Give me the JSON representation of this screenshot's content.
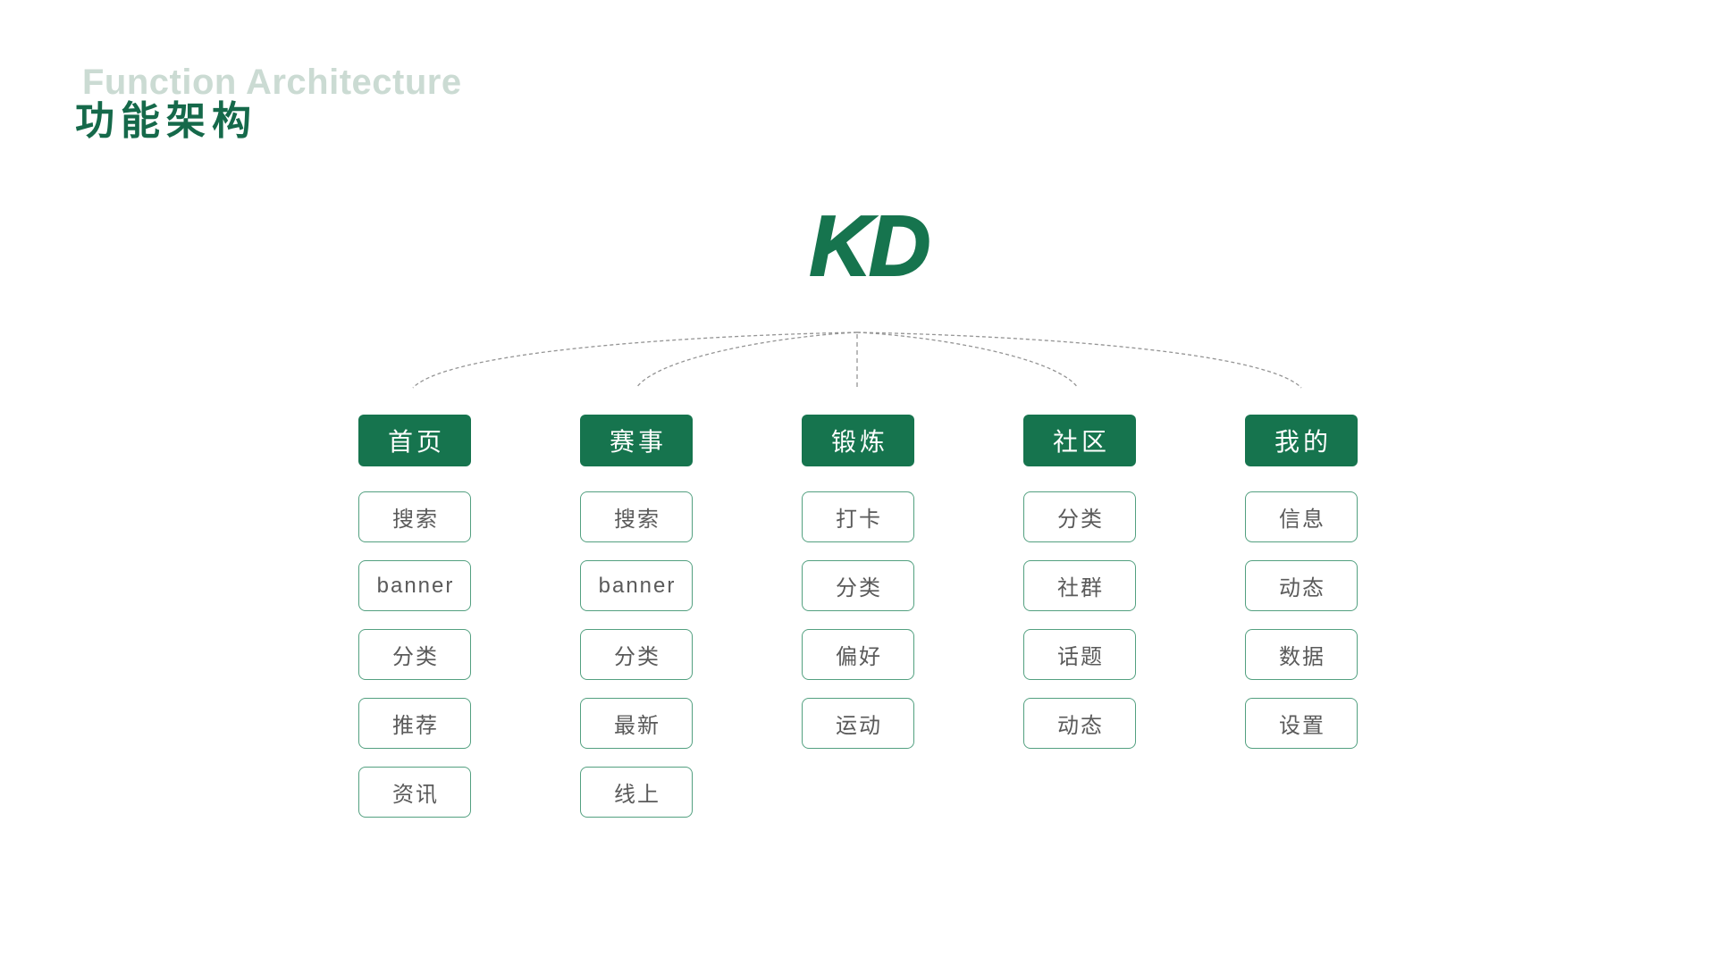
{
  "title": {
    "en": "Function Architecture",
    "zh": "功能架构"
  },
  "logo": {
    "text": "KD"
  },
  "colors": {
    "primary_green": "#16744E",
    "title_en": "#CBDBD3",
    "title_zh": "#15694A",
    "header_text": "#FFFFFF",
    "box_border": "#53A080",
    "box_text": "#5A5A5A",
    "connector": "#949494",
    "background": "#FFFFFF"
  },
  "columns": [
    {
      "label": "首页",
      "items": [
        "搜索",
        "banner",
        "分类",
        "推荐",
        "资讯"
      ]
    },
    {
      "label": "赛事",
      "items": [
        "搜索",
        "banner",
        "分类",
        "最新",
        "线上"
      ]
    },
    {
      "label": "锻炼",
      "items": [
        "打卡",
        "分类",
        "偏好",
        "运动"
      ]
    },
    {
      "label": "社区",
      "items": [
        "分类",
        "社群",
        "话题",
        "动态"
      ]
    },
    {
      "label": "我的",
      "items": [
        "信息",
        "动态",
        "数据",
        "设置"
      ]
    }
  ]
}
